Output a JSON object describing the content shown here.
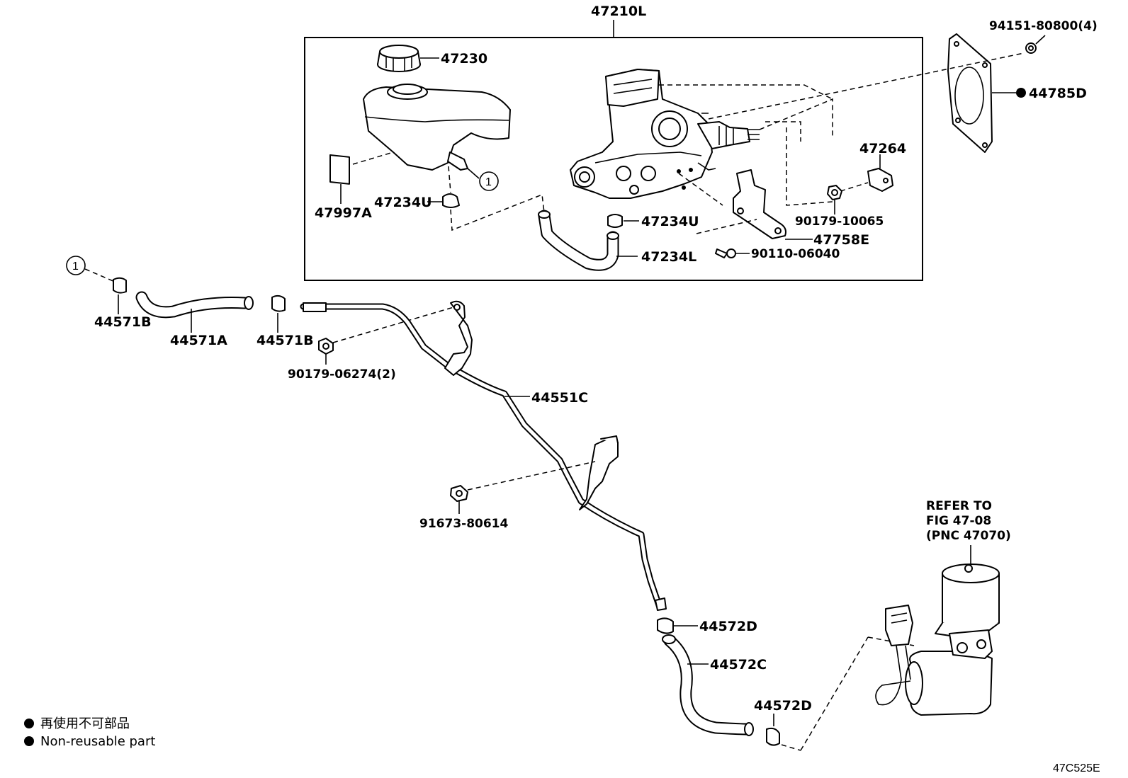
{
  "labels": {
    "assembly": "47210L",
    "cap": "47230",
    "reservoir_label": "47997A",
    "clip_upper_left": "47234U",
    "clip_upper_right": "47234U",
    "hose_upper": "47234L",
    "bolt_upper": "90110-06040",
    "bracket": "47758E",
    "nut_bracket": "90179-10065",
    "bracket_47264": "47264",
    "nut_gasket": "94151-80800(4)",
    "gasket": "44785D",
    "clip_left": "44571B",
    "hose_left": "44571A",
    "clip_mid": "44571B",
    "nut_pipe": "90179-06274(2)",
    "pipe": "44551C",
    "bolt_pipe": "91673-80614",
    "clip_lower_top": "44572D",
    "hose_lower": "44572C",
    "clip_lower_bottom": "44572D",
    "refer_line1": "REFER TO",
    "refer_line2": "FIG 47-08",
    "refer_line3": "(PNC 47070)",
    "callout_ref_upper": "1",
    "callout_ref_left": "1"
  },
  "legend": {
    "jp": "再使用不可部品",
    "en": "Non-reusable part"
  },
  "figure_code": "47C525E"
}
